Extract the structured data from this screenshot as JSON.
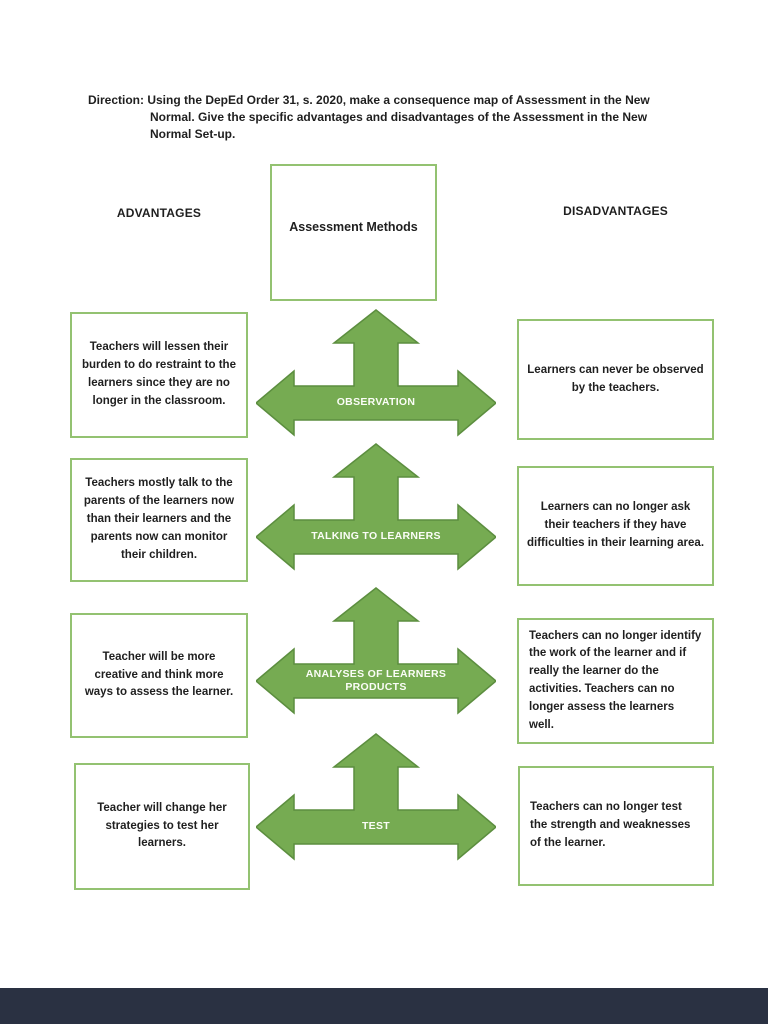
{
  "colors": {
    "arrow_fill": "#76AB52",
    "arrow_stroke": "#5C8E3F",
    "box_border": "#93C271",
    "text": "#1F1F1F",
    "footer": "#2A3142"
  },
  "direction": {
    "full_text": "Direction: Using the DepEd Order 31, s. 2020, make a consequence map of Assessment in the New Normal. Give the specific advantages and disadvantages of the Assessment in the New Normal Set-up."
  },
  "headers": {
    "advantages": "ADVANTAGES",
    "disadvantages": "DISADVANTAGES",
    "center_box": "Assessment Methods"
  },
  "rows": [
    {
      "method": "OBSERVATION",
      "advantage": "Teachers will lessen their burden to do restraint to the learners since they are no longer in the classroom.",
      "disadvantage": "Learners can never be observed by the teachers."
    },
    {
      "method": "TALKING TO LEARNERS",
      "advantage": "Teachers mostly talk to the parents of the learners now than their learners and the parents now can monitor their children.",
      "disadvantage": "Learners can no longer ask their teachers if they have difficulties in their learning area."
    },
    {
      "method": "ANALYSES OF LEARNERS PRODUCTS",
      "advantage": "Teacher will be more creative and think more ways to assess the learner.",
      "disadvantage": "Teachers can no longer identify the work of the learner and if really the learner do the activities. Teachers can no longer assess the learners well."
    },
    {
      "method": "TEST",
      "advantage": "Teacher will change her strategies to test her learners.",
      "disadvantage": "Teachers can no longer test the strength and weaknesses of the learner."
    }
  ]
}
